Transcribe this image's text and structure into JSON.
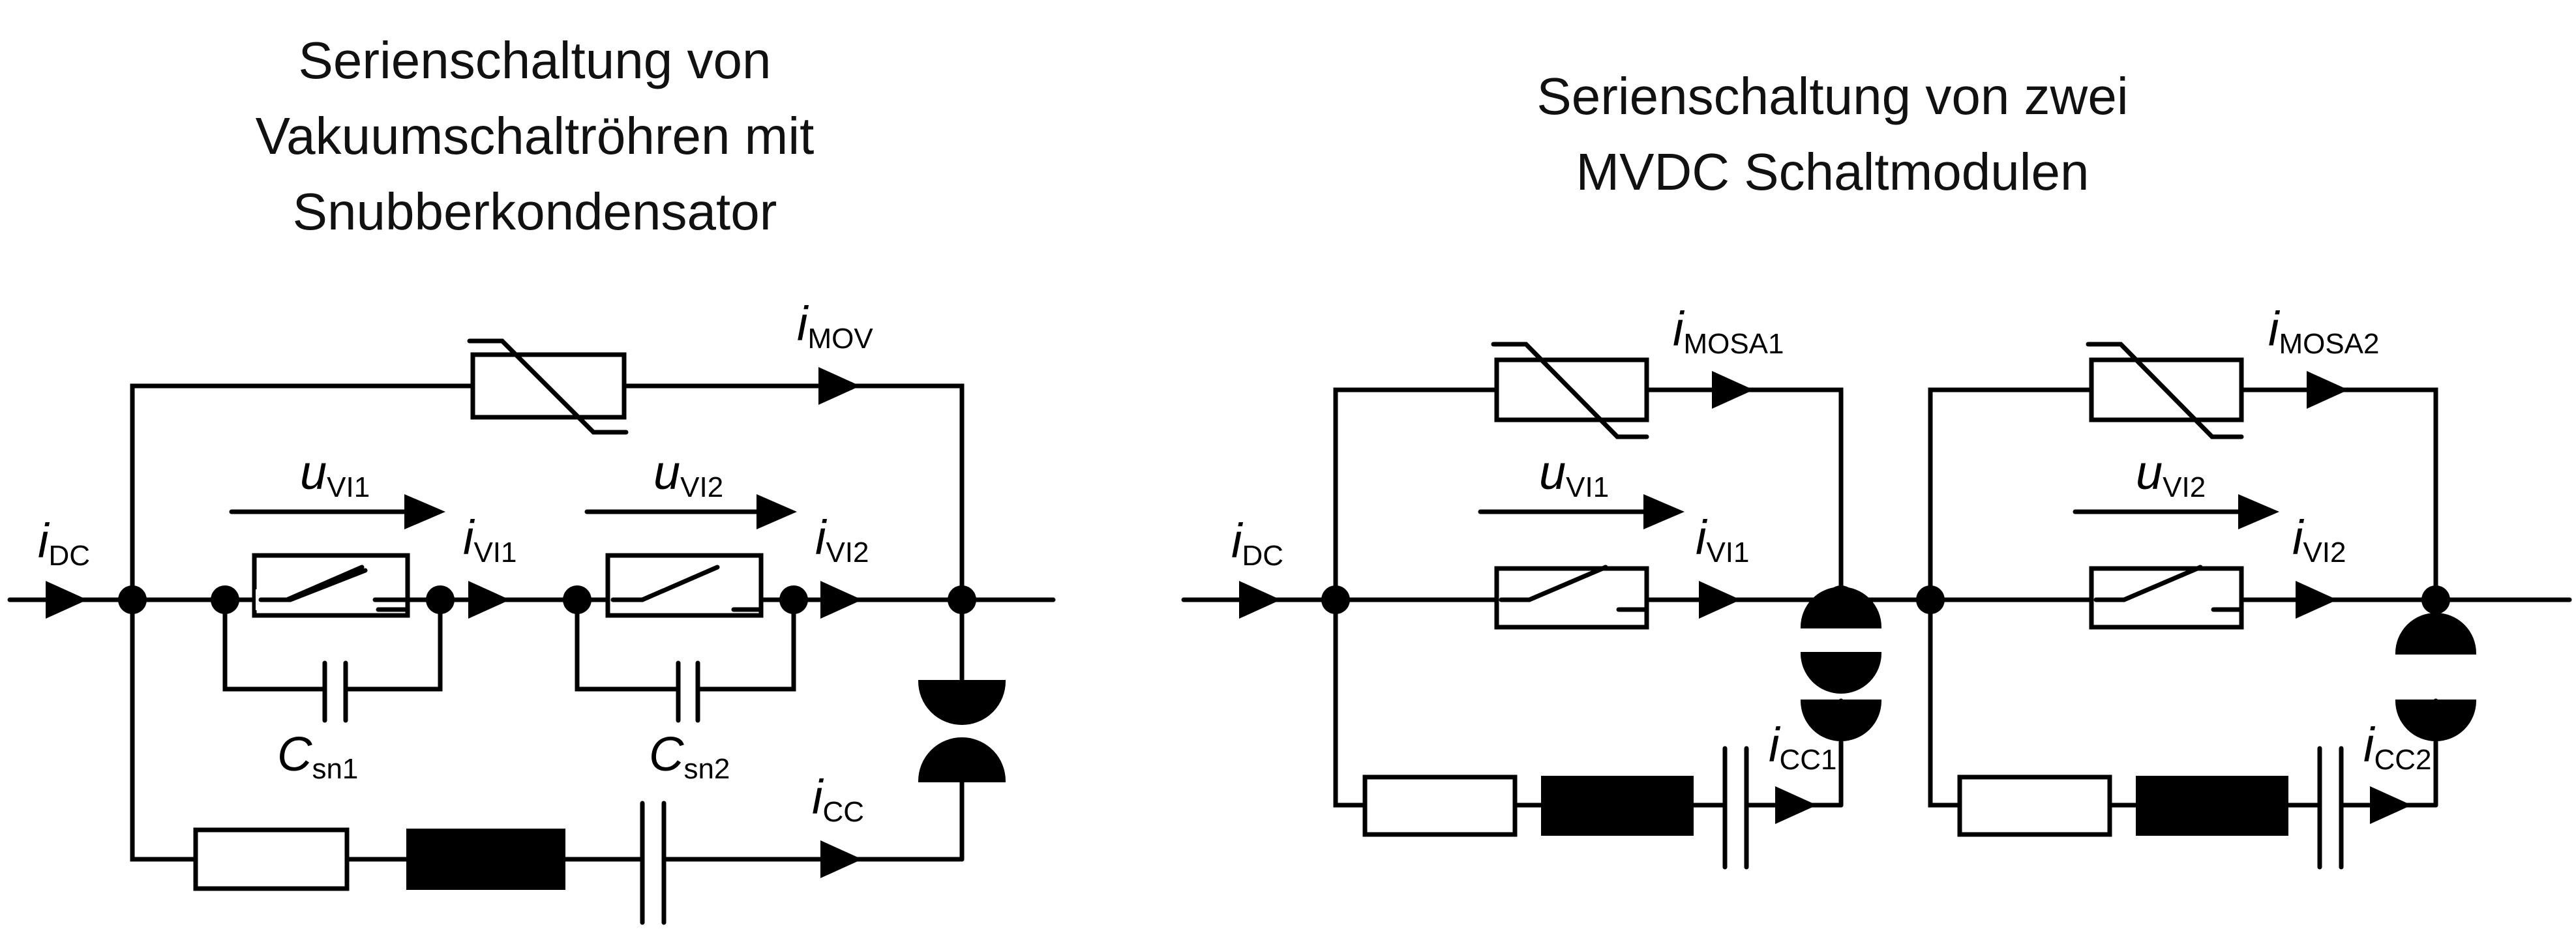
{
  "left": {
    "title_lines": [
      "Serienschaltung von",
      "Vakuumschaltröhren mit",
      "Snubberkondensator"
    ],
    "labels": {
      "i_dc": {
        "sym": "i",
        "sub": "DC"
      },
      "i_mov": {
        "sym": "i",
        "sub": "MOV"
      },
      "u_vi1": {
        "sym": "u",
        "sub": "VI1"
      },
      "u_vi2": {
        "sym": "u",
        "sub": "VI2"
      },
      "i_vi1": {
        "sym": "i",
        "sub": "VI1"
      },
      "i_vi2": {
        "sym": "i",
        "sub": "VI2"
      },
      "c_sn1": {
        "sym": "C",
        "sub": "sn1"
      },
      "c_sn2": {
        "sym": "C",
        "sub": "sn2"
      },
      "i_cc": {
        "sym": "i",
        "sub": "CC"
      }
    }
  },
  "right": {
    "title_lines": [
      "Serienschaltung von zwei",
      "MVDC Schaltmodulen"
    ],
    "labels": {
      "i_dc": {
        "sym": "i",
        "sub": "DC"
      },
      "i_mosa1": {
        "sym": "i",
        "sub": "MOSA1"
      },
      "i_mosa2": {
        "sym": "i",
        "sub": "MOSA2"
      },
      "u_vi1": {
        "sym": "u",
        "sub": "VI1"
      },
      "u_vi2": {
        "sym": "u",
        "sub": "VI2"
      },
      "i_vi1": {
        "sym": "i",
        "sub": "VI1"
      },
      "i_vi2": {
        "sym": "i",
        "sub": "VI2"
      },
      "i_cc1": {
        "sym": "i",
        "sub": "CC1"
      },
      "i_cc2": {
        "sym": "i",
        "sub": "CC2"
      }
    }
  }
}
